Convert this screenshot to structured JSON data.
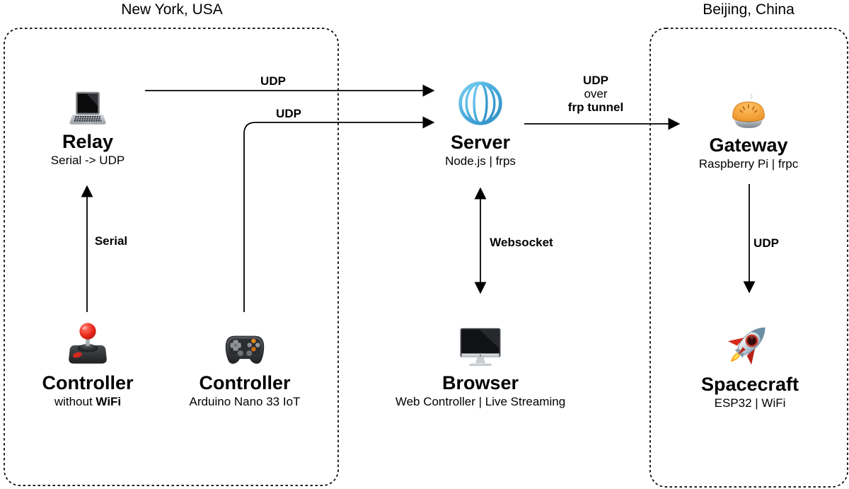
{
  "diagram": {
    "description": "Remote spacecraft control network diagram connecting New York and Beijing"
  },
  "regions": {
    "new_york": {
      "label": "New York, USA"
    },
    "beijing": {
      "label": "Beijing, China"
    }
  },
  "nodes": {
    "relay": {
      "title": "Relay",
      "subtitle": "Serial -> UDP",
      "icon": "laptop-icon"
    },
    "controller_joystick": {
      "title": "Controller",
      "subtitle_regular": "without ",
      "subtitle_bold": "WiFi",
      "icon": "joystick-icon"
    },
    "controller_gamepad": {
      "title": "Controller",
      "subtitle": "Arduino Nano 33 IoT",
      "icon": "gamepad-icon"
    },
    "server": {
      "title": "Server",
      "subtitle": "Node.js | frps",
      "icon": "globe-icon"
    },
    "browser": {
      "title": "Browser",
      "subtitle": "Web Controller | Live Streaming",
      "icon": "desktop-icon"
    },
    "gateway": {
      "title": "Gateway",
      "subtitle": "Raspberry Pi | frpc",
      "icon": "pie-icon"
    },
    "spacecraft": {
      "title": "Spacecraft",
      "subtitle": "ESP32 | WiFi",
      "icon": "rocket-icon"
    }
  },
  "edges": {
    "relay_to_server": {
      "label": "UDP"
    },
    "gamepad_to_server": {
      "label": "UDP"
    },
    "joystick_to_relay": {
      "label": "Serial"
    },
    "server_to_gateway": {
      "label_line1": "UDP",
      "label_line2": "over",
      "label_line3": "frp tunnel"
    },
    "server_browser": {
      "label": "Websocket"
    },
    "gateway_to_spacecraft": {
      "label": "UDP"
    }
  },
  "colors": {
    "background": "#ffffff",
    "line": "#000000",
    "text": "#000000",
    "globe_blue": "#45a8da",
    "pie_orange": "#f4a33b",
    "joystick_red": "#e0281a",
    "rocket_red": "#d8271c"
  }
}
